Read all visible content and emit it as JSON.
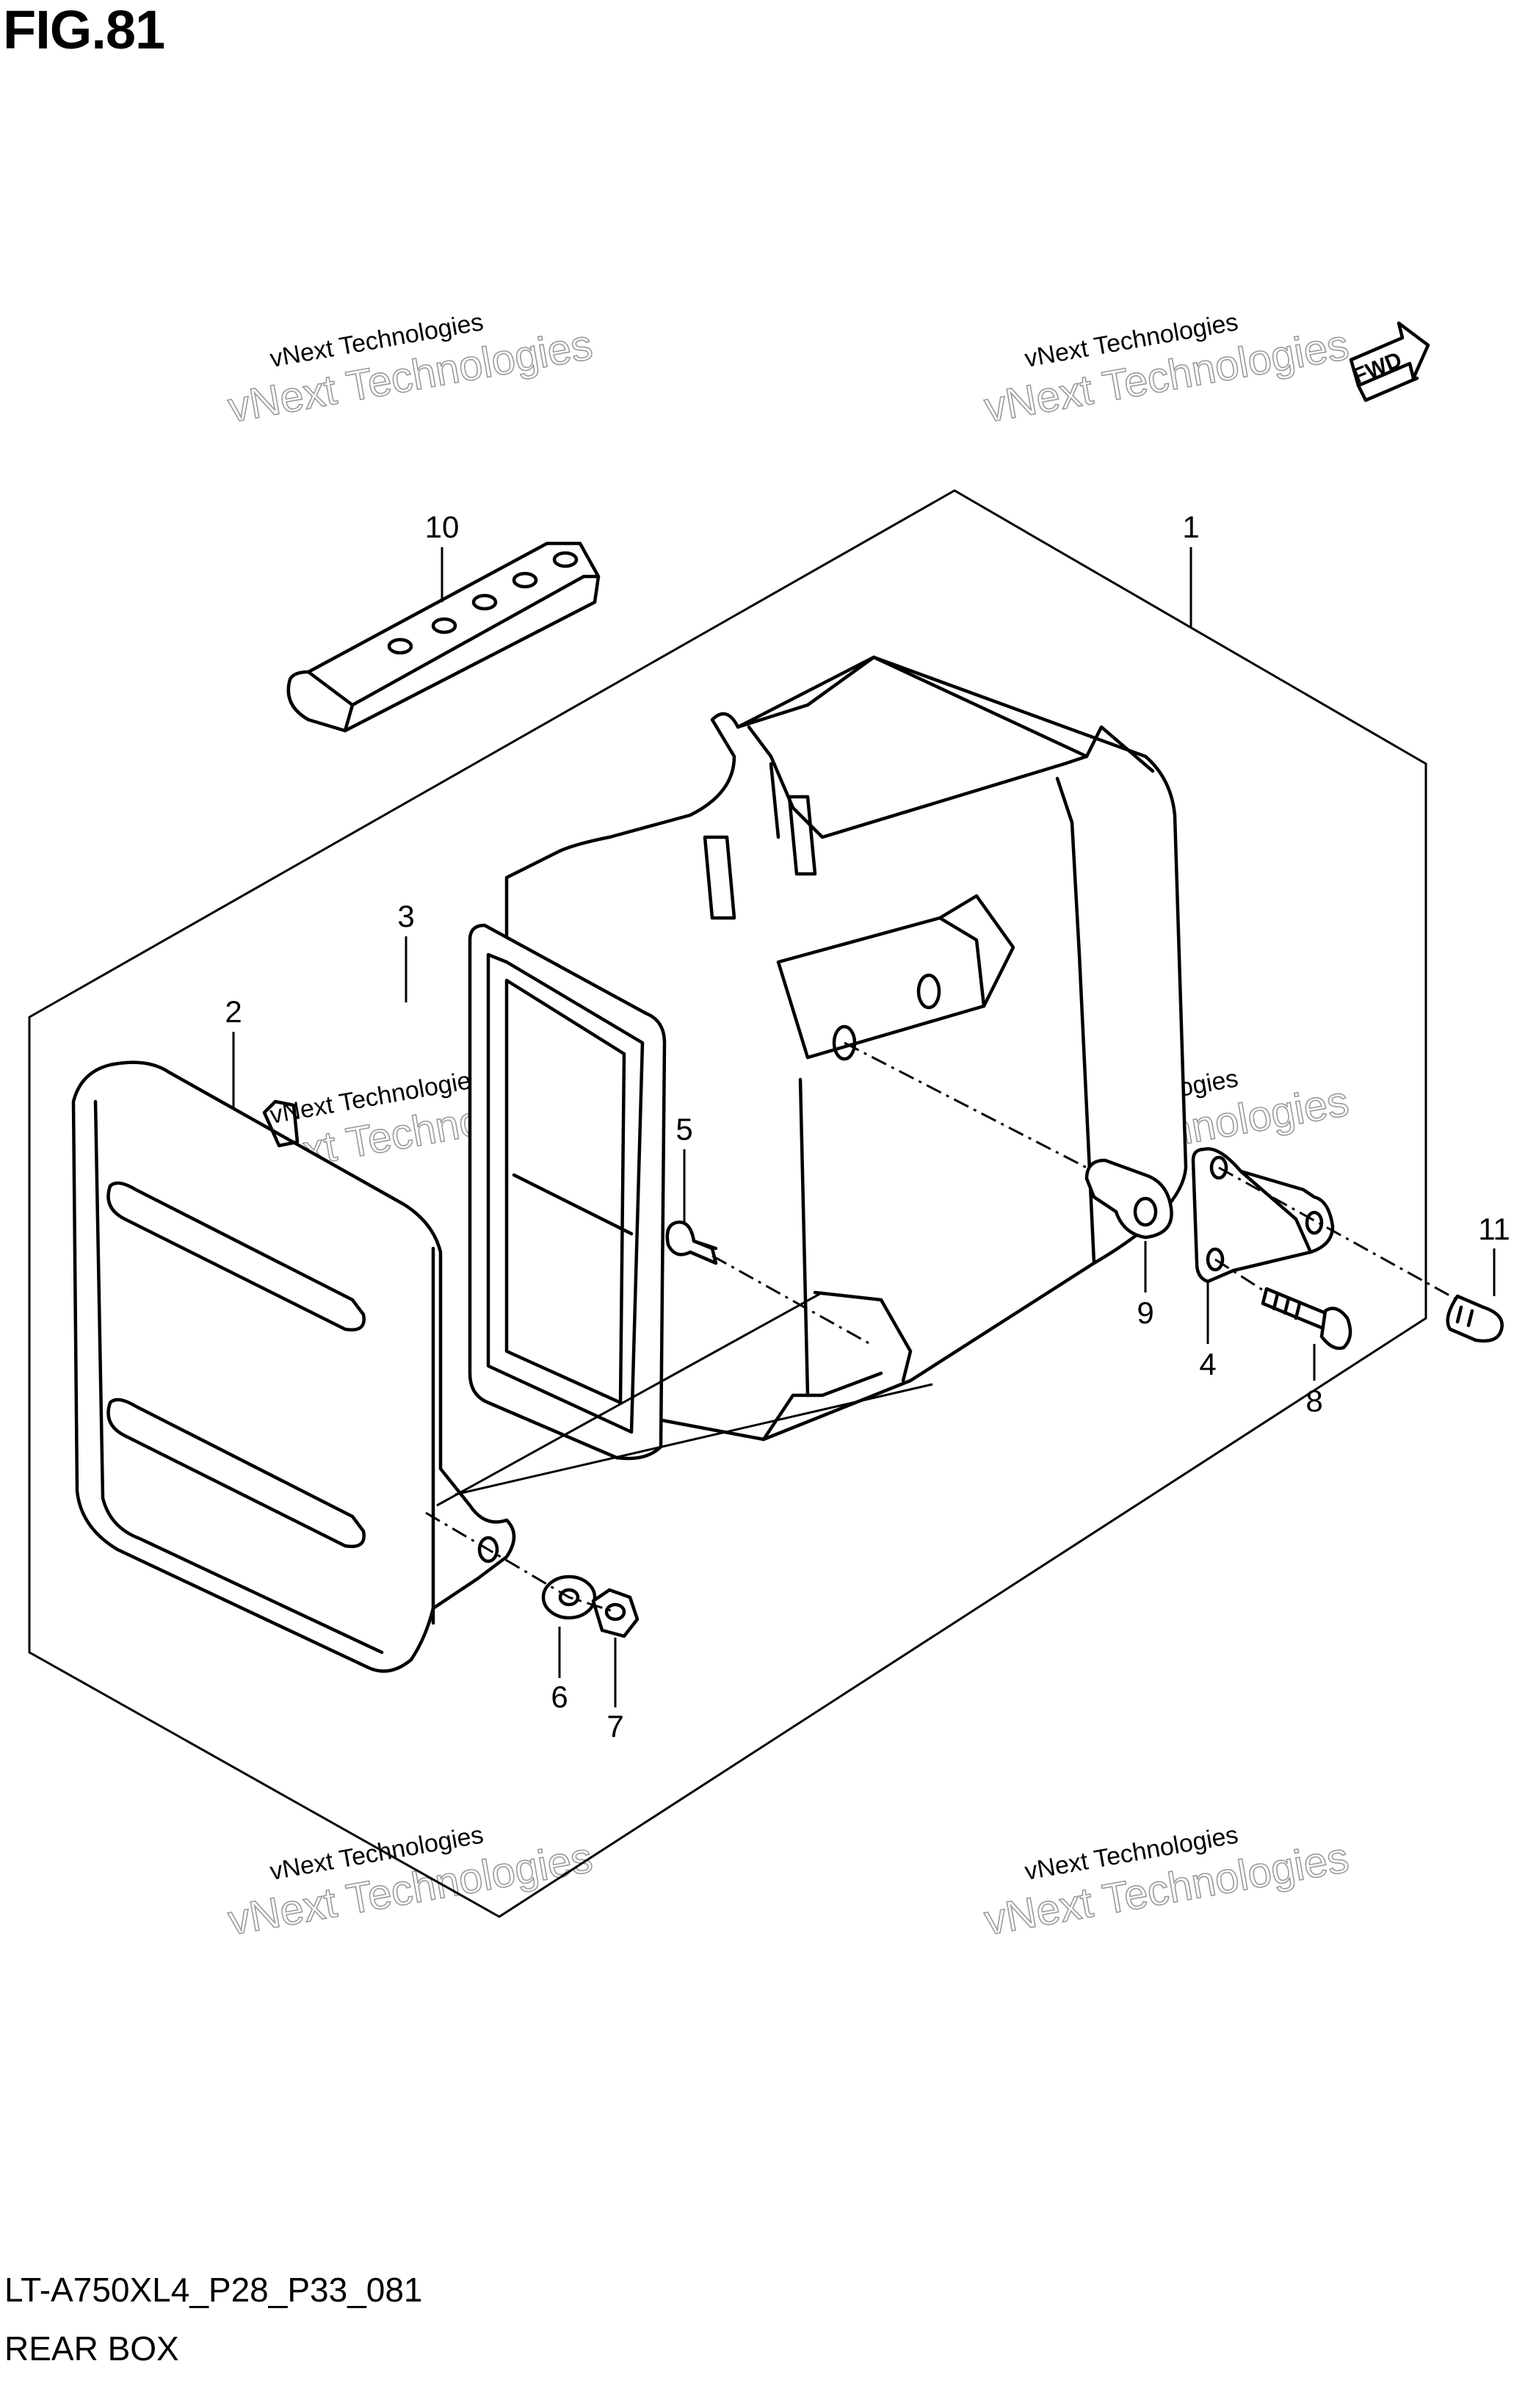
{
  "figure": {
    "title": "FIG.81",
    "code": "LT-A750XL4_P28_P33_081",
    "name": "REAR BOX"
  },
  "fwd_label": "FWD",
  "watermark": {
    "line1": "vNext Technologies",
    "line2": "vNext Technologies"
  },
  "callouts": [
    "1",
    "2",
    "3",
    "4",
    "5",
    "6",
    "7",
    "8",
    "9",
    "10",
    "11"
  ]
}
